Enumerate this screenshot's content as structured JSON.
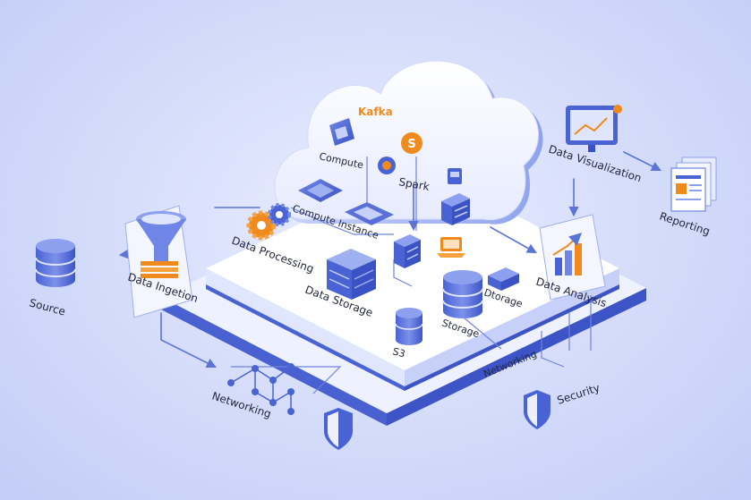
{
  "labels": {
    "kafka": "Kafka",
    "compute": "Compute",
    "spark": "Spark",
    "compute_instance": "Compute Instance",
    "data_processing": "Data Processing",
    "data_storage": "Data Storage",
    "data_ingestion": "Data Ingetion",
    "source": "Source",
    "s3": "S3",
    "storage": "Storage",
    "dtorage": "Dtorage",
    "data_analysis": "Data Analysis",
    "data_visualization": "Data Visualization",
    "reporting": "Reporting",
    "networking_platform": "Networking",
    "networking_bottom": "Networking",
    "security": "Security"
  },
  "icons": {
    "source": "database-icon",
    "ingestion": "funnel-icon",
    "processing": "gears-icon",
    "storage": "server-stack-icon",
    "s3": "bucket-icon",
    "cloud_storage": "database-icon",
    "analysis": "bar-chart-icon",
    "visualization": "monitor-icon",
    "reporting": "documents-icon",
    "networking": "network-graph-icon",
    "security": "shield-icon"
  },
  "colors": {
    "primary": "#4a63d4",
    "accent": "#f08a1c",
    "platform_top": "#f4f6ff",
    "platform_side": "#4f66d6"
  }
}
